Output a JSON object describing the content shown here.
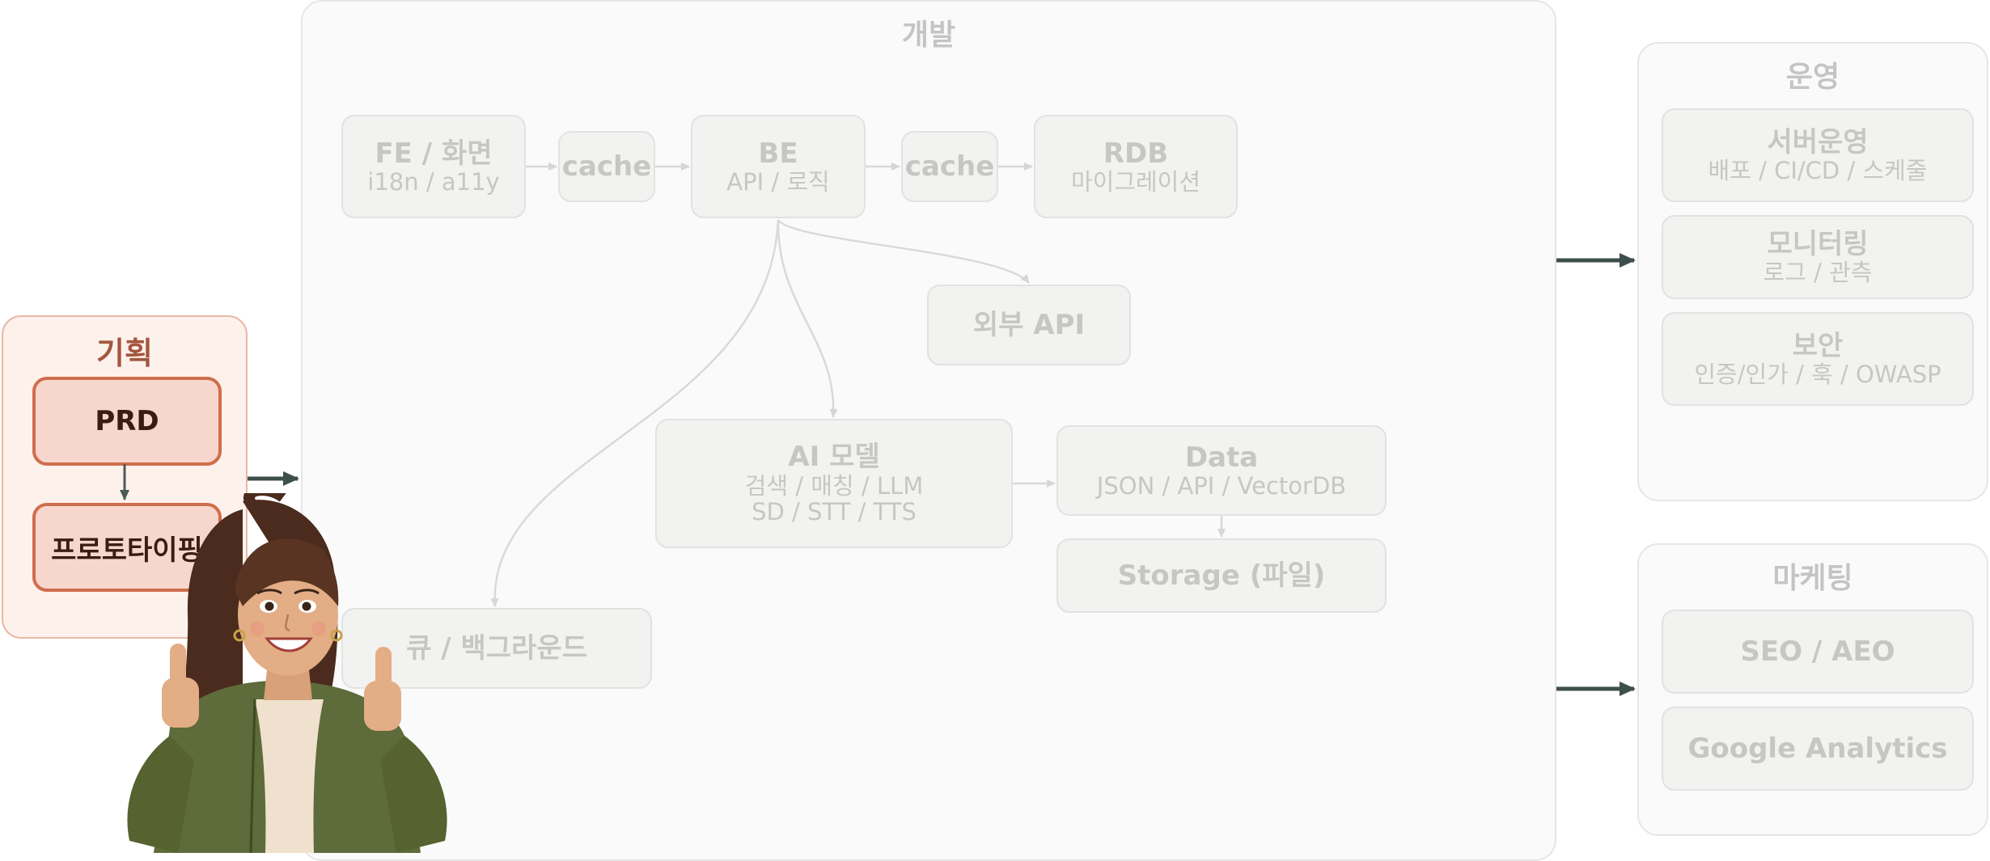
{
  "planning": {
    "title": "기획",
    "prd": "PRD",
    "prototype": "프로토타이핑"
  },
  "development": {
    "title": "개발",
    "fe": {
      "title": "FE / 화면",
      "sub": "i18n / a11y"
    },
    "cache1": {
      "title": "cache"
    },
    "be": {
      "title": "BE",
      "sub": "API / 로직"
    },
    "cache2": {
      "title": "cache"
    },
    "rdb": {
      "title": "RDB",
      "sub": "마이그레이션"
    },
    "external_api": {
      "title": "외부 API"
    },
    "ai": {
      "title": "AI 모델",
      "sub1": "검색 / 매칭 / LLM",
      "sub2": "SD / STT / TTS"
    },
    "data": {
      "title": "Data",
      "sub": "JSON / API / VectorDB"
    },
    "storage": {
      "title": "Storage (파일)"
    },
    "queue": {
      "title": "큐 / 백그라운드"
    }
  },
  "operations": {
    "title": "운영",
    "server": {
      "title": "서버운영",
      "sub": "배포 / CI/CD / 스케줄"
    },
    "monitoring": {
      "title": "모니터링",
      "sub": "로그 / 관측"
    },
    "security": {
      "title": "보안",
      "sub": "인증/인가 / 훅 / OWASP"
    }
  },
  "marketing": {
    "title": "마케팅",
    "seo": "SEO / AEO",
    "analytics": "Google Analytics"
  },
  "colors": {
    "plan_border": "#cf6e4c",
    "plan_fill": "#f7d7cd",
    "faded_text": "#c6c6c4",
    "arrow_dark": "#3d4f4b"
  },
  "illustration": "smiling-woman-thumbs-up"
}
